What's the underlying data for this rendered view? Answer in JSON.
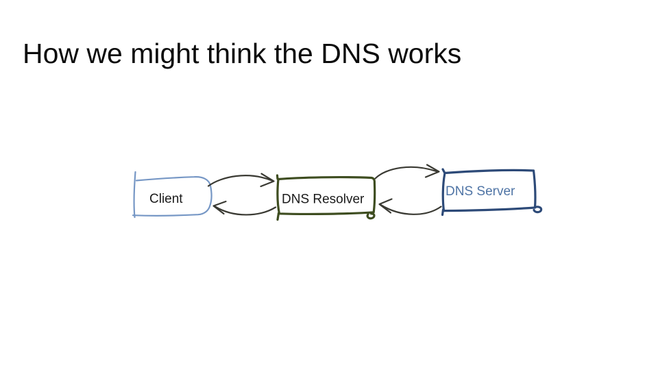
{
  "slide": {
    "title": "How we might think the DNS works"
  },
  "colors": {
    "background": "#ffffff",
    "title_text": "#0b0b0b",
    "client_border": "#7697c5",
    "client_label": "#1a1a1a",
    "resolver_border": "#3e4d20",
    "resolver_label": "#1a1a1a",
    "server_border": "#2d4a78",
    "server_label": "#4f74a5",
    "arrow": "#3a3a33"
  },
  "diagram": {
    "nodes": [
      {
        "id": "client",
        "label": "Client"
      },
      {
        "id": "resolver",
        "label": "DNS Resolver"
      },
      {
        "id": "server",
        "label": "DNS Server"
      }
    ],
    "edges": [
      {
        "from": "Client",
        "to": "DNS Resolver",
        "position": "top",
        "direction": "right"
      },
      {
        "from": "DNS Resolver",
        "to": "Client",
        "position": "bottom",
        "direction": "left"
      },
      {
        "from": "DNS Resolver",
        "to": "DNS Server",
        "position": "top",
        "direction": "right"
      },
      {
        "from": "DNS Server",
        "to": "DNS Resolver",
        "position": "bottom",
        "direction": "left"
      }
    ]
  }
}
